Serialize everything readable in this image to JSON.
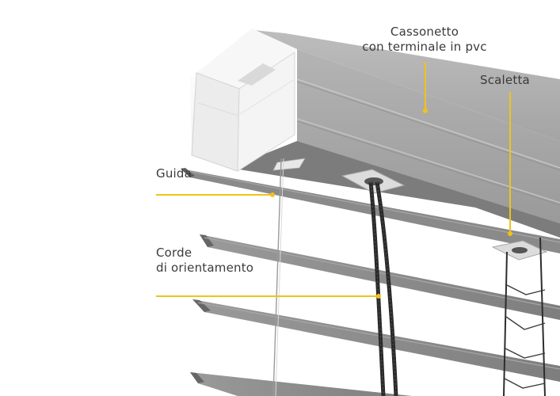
{
  "labels": {
    "cassonetto_line1": "Cassonetto",
    "cassonetto_line2": "con terminale in pvc",
    "scaletta": "Scaletta",
    "guida": "Guida",
    "corde_line1": "Corde",
    "corde_line2": "di orientamento"
  },
  "colors": {
    "callout": "#f2c21b",
    "label_text": "#3a3a3a",
    "slat": "#8e8e8e",
    "slat_dark": "#6f6f6f",
    "headrail": "#a9a9a9",
    "end_cap": "#f3f3f3",
    "cord": "#2a2a2a"
  }
}
